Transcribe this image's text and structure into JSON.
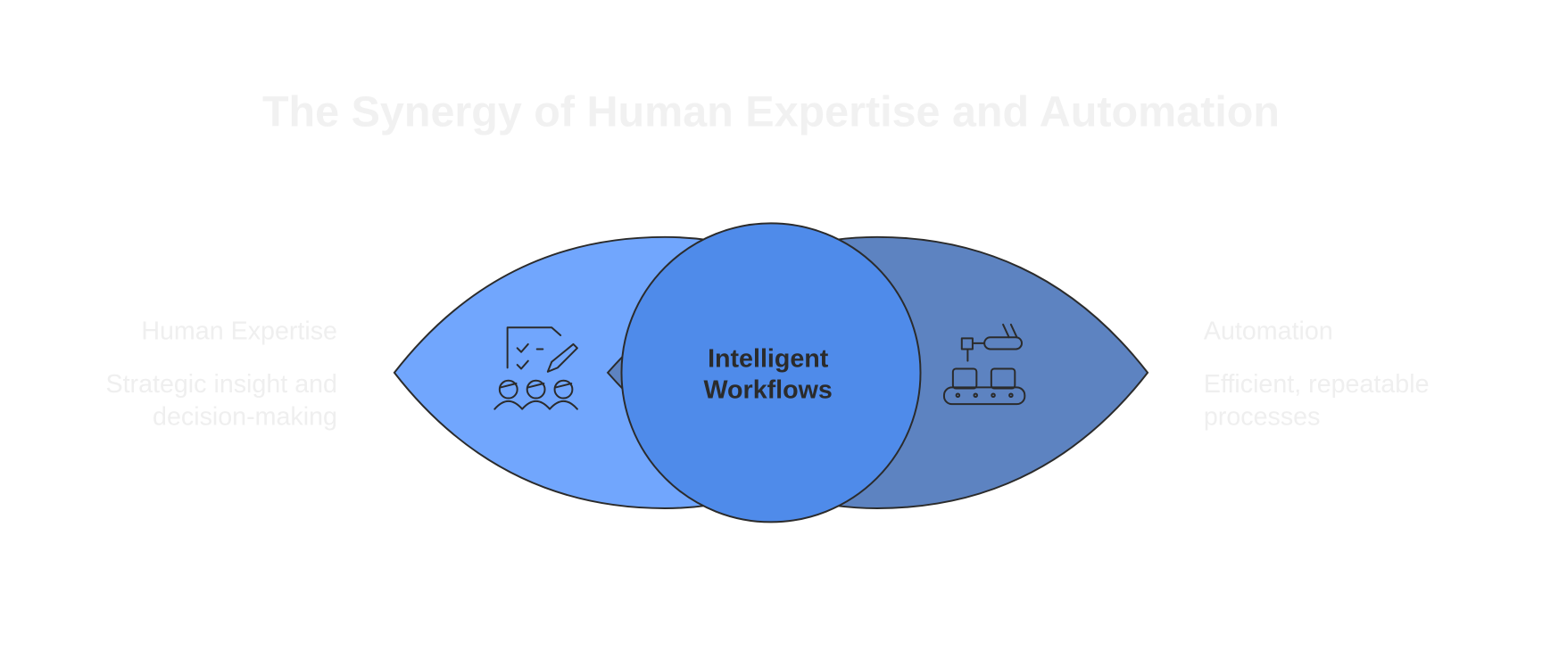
{
  "title": "The Synergy of Human Expertise and Automation",
  "left": {
    "label": "Human Expertise",
    "description_lines": [
      "Strategic insight and",
      "decision-making"
    ],
    "icon": "team-checklist-icon",
    "color": "#71a6fd"
  },
  "center": {
    "label_lines": [
      "Intelligent",
      "Workflows"
    ],
    "color": "#4f8bea"
  },
  "right": {
    "label": "Automation",
    "description_lines": [
      "Efficient, repeatable",
      "processes"
    ],
    "icon": "robotic-assembly-line-icon",
    "color": "#5d83c1"
  },
  "stroke_color": "#2b2b2b",
  "faint_text_color": "#efefef"
}
